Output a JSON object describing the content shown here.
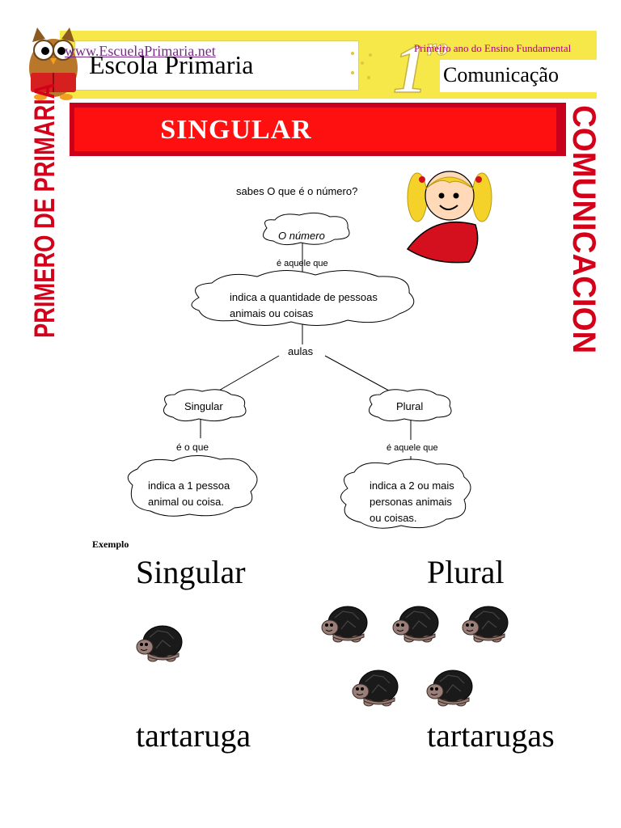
{
  "header": {
    "url": "www.EscuelaPrimaria.net",
    "school": "Escola Primaria",
    "grade_number": "1",
    "grade_suffix": "ro",
    "grade_subtitle": "Primeiro ano do Ensino Fundamental",
    "subject": "Comunicação"
  },
  "title": "SINGULAR",
  "side_left": "PRIMERO DE PRIMARIA",
  "side_right": "COMUNICACION",
  "diagram": {
    "question": "sabes O que é o número?",
    "root": "O número",
    "link1": "é aquele que",
    "definition_line1": "indica a quantidade de pessoas",
    "definition_line2": "animais ou coisas",
    "branch": "aulas",
    "left_node": "Singular",
    "left_link": "é o que",
    "left_def_line1": "indica a 1 pessoa",
    "left_def_line2": "animal ou coisa.",
    "right_node": "Plural",
    "right_link": "é aquele que",
    "right_def_line1": "indica a 2 ou mais",
    "right_def_line2": "personas animais",
    "right_def_line3": "ou coisas."
  },
  "example": {
    "label": "Exemplo",
    "singular_heading": "Singular",
    "plural_heading": "Plural",
    "singular_word": "tartaruga",
    "plural_word": "tartarugas"
  },
  "colors": {
    "banner_red": "#ff1010",
    "side_red": "#d4001a",
    "header_yellow": "#f7e84a"
  }
}
